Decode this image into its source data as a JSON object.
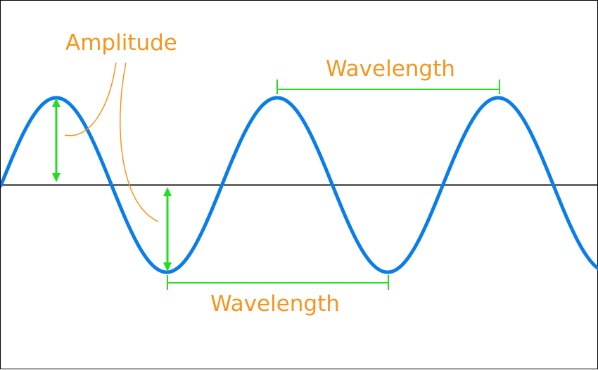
{
  "colors": {
    "wave": "#0a7de8",
    "axis": "#000000",
    "marker": "#22dd22",
    "label": "#f7941d",
    "background": "#ffffff"
  },
  "labels": {
    "amplitude": "Amplitude",
    "wavelength_top": "Wavelength",
    "wavelength_bottom": "Wavelength"
  }
}
